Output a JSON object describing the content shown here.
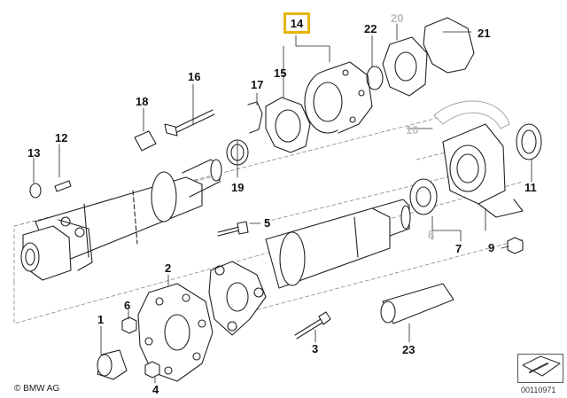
{
  "diagram": {
    "highlight_part": "14",
    "labels": [
      {
        "id": "p1",
        "text": "1"
      },
      {
        "id": "p2",
        "text": "2"
      },
      {
        "id": "p3",
        "text": "3"
      },
      {
        "id": "p4",
        "text": "4"
      },
      {
        "id": "p5",
        "text": "5"
      },
      {
        "id": "p6",
        "text": "6"
      },
      {
        "id": "p7",
        "text": "7"
      },
      {
        "id": "p8",
        "text": "8",
        "grey": true
      },
      {
        "id": "p9",
        "text": "9"
      },
      {
        "id": "p10",
        "text": "10",
        "grey": true
      },
      {
        "id": "p11",
        "text": "11"
      },
      {
        "id": "p12",
        "text": "12"
      },
      {
        "id": "p13",
        "text": "13"
      },
      {
        "id": "p15",
        "text": "15"
      },
      {
        "id": "p16",
        "text": "16"
      },
      {
        "id": "p17",
        "text": "17"
      },
      {
        "id": "p18",
        "text": "18"
      },
      {
        "id": "p19",
        "text": "19"
      },
      {
        "id": "p20",
        "text": "20",
        "grey": true
      },
      {
        "id": "p21",
        "text": "21"
      },
      {
        "id": "p22",
        "text": "22"
      },
      {
        "id": "p23",
        "text": "23"
      }
    ],
    "copyright": "© BMW AG",
    "image_number": "00110971"
  }
}
